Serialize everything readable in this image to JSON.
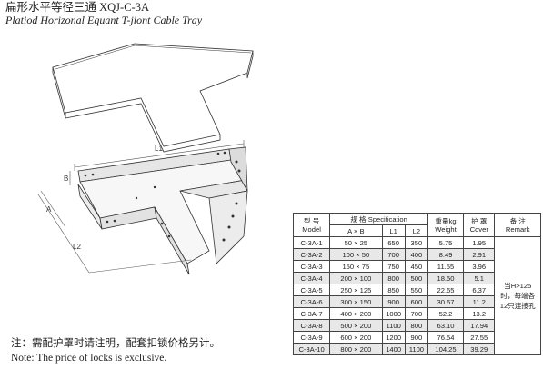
{
  "header": {
    "title_cn": "扁形水平等径三通 XQJ-C-3A",
    "title_en": "Platiod Horizonal Equant T-jiont Cable Tray"
  },
  "drawing": {
    "labels": {
      "l1": "L1",
      "l2": "L2",
      "b": "B",
      "a": "A"
    }
  },
  "table": {
    "head": {
      "model_cn": "型 号",
      "model_en": "Model",
      "spec_cn": "规 格 Specification",
      "axb": "A × B",
      "l1": "L1",
      "l2": "L2",
      "weight_cn": "重量kg",
      "weight_en": "Weight",
      "cover_cn": "护 罩",
      "cover_en": "Cover",
      "remark_cn": "备 注",
      "remark_en": "Remark"
    },
    "rows": [
      {
        "model": "C-3A-1",
        "axb": "50 × 25",
        "l1": "650",
        "l2": "350",
        "weight": "5.75",
        "cover": "1.95"
      },
      {
        "model": "C-3A-2",
        "axb": "100 × 50",
        "l1": "700",
        "l2": "400",
        "weight": "8.49",
        "cover": "2.91"
      },
      {
        "model": "C-3A-3",
        "axb": "150 × 75",
        "l1": "750",
        "l2": "450",
        "weight": "11.55",
        "cover": "3.96"
      },
      {
        "model": "C-3A-4",
        "axb": "200 × 100",
        "l1": "800",
        "l2": "500",
        "weight": "18.50",
        "cover": "5.1"
      },
      {
        "model": "C-3A-5",
        "axb": "250 × 125",
        "l1": "850",
        "l2": "550",
        "weight": "22.65",
        "cover": "6.37"
      },
      {
        "model": "C-3A-6",
        "axb": "300 × 150",
        "l1": "900",
        "l2": "600",
        "weight": "30.67",
        "cover": "11.2"
      },
      {
        "model": "C-3A-7",
        "axb": "400 × 200",
        "l1": "1000",
        "l2": "700",
        "weight": "52.2",
        "cover": "13.2"
      },
      {
        "model": "C-3A-8",
        "axb": "500 × 200",
        "l1": "1100",
        "l2": "800",
        "weight": "63.10",
        "cover": "17.94"
      },
      {
        "model": "C-3A-9",
        "axb": "600 × 200",
        "l1": "1200",
        "l2": "900",
        "weight": "76.54",
        "cover": "27.55"
      },
      {
        "model": "C-3A-10",
        "axb": "800 × 200",
        "l1": "1400",
        "l2": "1100",
        "weight": "104.25",
        "cover": "39.29"
      }
    ],
    "remark": {
      "line1": "当H>125",
      "line2": "时，每端各",
      "line3": "12只连接孔"
    }
  },
  "notes": {
    "cn": "注：需配护罩时请注明，配套扣锁价格另计。",
    "en": "Note: The price of locks is exclusive."
  }
}
